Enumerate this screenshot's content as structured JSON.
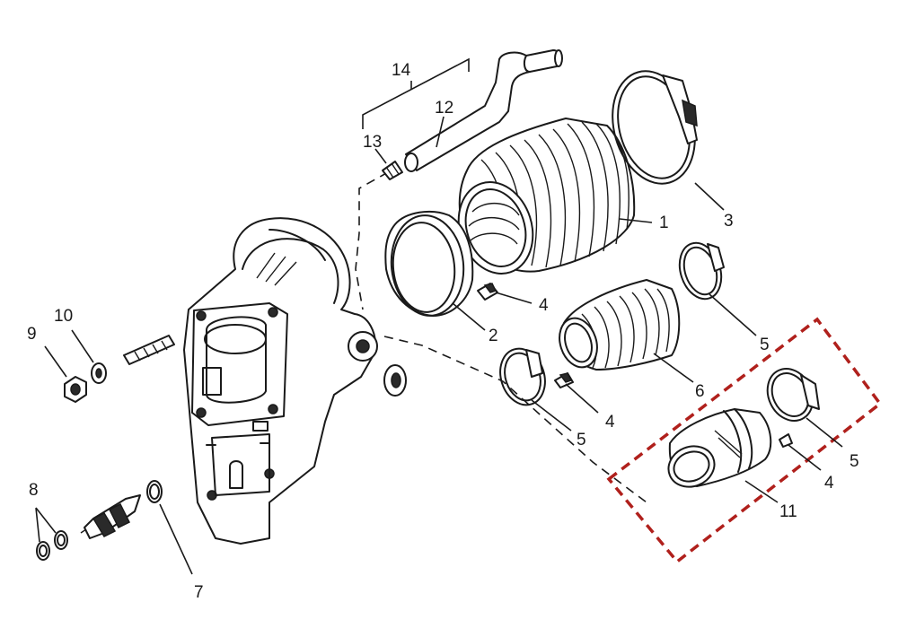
{
  "diagram": {
    "callouts": [
      {
        "id": "c1",
        "text": "1"
      },
      {
        "id": "c2",
        "text": "2"
      },
      {
        "id": "c3",
        "text": "3"
      },
      {
        "id": "c4a",
        "text": "4"
      },
      {
        "id": "c4b",
        "text": "4"
      },
      {
        "id": "c4c",
        "text": "4"
      },
      {
        "id": "c5a",
        "text": "5"
      },
      {
        "id": "c5b",
        "text": "5"
      },
      {
        "id": "c5c",
        "text": "5"
      },
      {
        "id": "c6",
        "text": "6"
      },
      {
        "id": "c7",
        "text": "7"
      },
      {
        "id": "c8",
        "text": "8"
      },
      {
        "id": "c9",
        "text": "9"
      },
      {
        "id": "c10",
        "text": "10"
      },
      {
        "id": "c11",
        "text": "11"
      },
      {
        "id": "c12",
        "text": "12"
      },
      {
        "id": "c13",
        "text": "13"
      },
      {
        "id": "c14",
        "text": "14"
      }
    ],
    "colors": {
      "line": "#1a1a1a",
      "highlight": "#b0201c",
      "background": "#ffffff"
    }
  }
}
